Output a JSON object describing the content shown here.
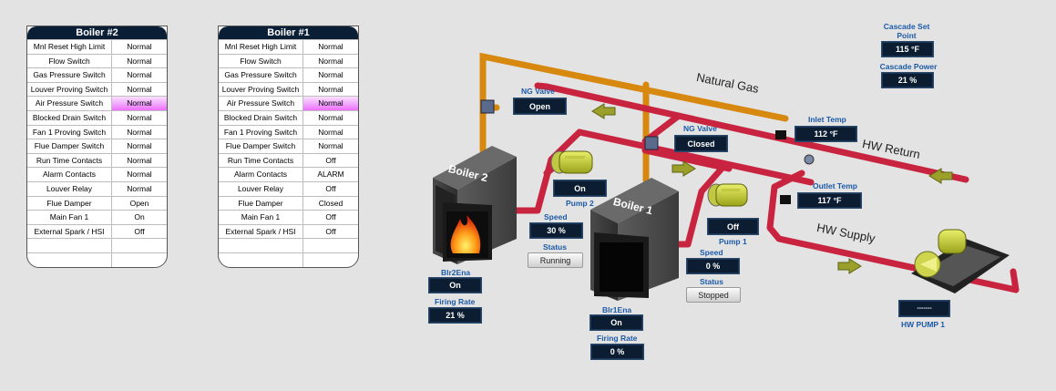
{
  "boiler2_table": {
    "title": "Boiler #2",
    "rows": [
      {
        "label": "Mnl Reset High Limit",
        "value": "Normal"
      },
      {
        "label": "Flow Switch",
        "value": "Normal"
      },
      {
        "label": "Gas Pressure Switch",
        "value": "Normal"
      },
      {
        "label": "Louver Proving Switch",
        "value": "Normal"
      },
      {
        "label": "Air Pressure Switch",
        "value": "Normal"
      },
      {
        "label": "Blocked Drain Switch",
        "value": "Normal"
      },
      {
        "label": "Fan 1 Proving Switch",
        "value": "Normal"
      },
      {
        "label": "Flue Damper Switch",
        "value": "Normal"
      },
      {
        "label": "Run Time Contacts",
        "value": "Normal"
      },
      {
        "label": "Alarm Contacts",
        "value": "Normal"
      },
      {
        "label": "Louver Relay",
        "value": "Normal"
      },
      {
        "label": "Flue Damper",
        "value": "Open"
      },
      {
        "label": "Main Fan 1",
        "value": "On"
      },
      {
        "label": "External Spark / HSI",
        "value": "Off"
      },
      {
        "label": "",
        "value": ""
      },
      {
        "label": "",
        "value": ""
      }
    ]
  },
  "boiler1_table": {
    "title": "Boiler #1",
    "rows": [
      {
        "label": "Mnl Reset High Limit",
        "value": "Normal"
      },
      {
        "label": "Flow Switch",
        "value": "Normal"
      },
      {
        "label": "Gas Pressure Switch",
        "value": "Normal"
      },
      {
        "label": "Louver Proving Switch",
        "value": "Normal"
      },
      {
        "label": "Air Pressure Switch",
        "value": "Normal"
      },
      {
        "label": "Blocked Drain Switch",
        "value": "Normal"
      },
      {
        "label": "Fan 1 Proving Switch",
        "value": "Normal"
      },
      {
        "label": "Flue Damper Switch",
        "value": "Normal"
      },
      {
        "label": "Run Time Contacts",
        "value": "Off"
      },
      {
        "label": "Alarm Contacts",
        "value": "ALARM"
      },
      {
        "label": "Louver Relay",
        "value": "Off"
      },
      {
        "label": "Flue Damper",
        "value": "Closed"
      },
      {
        "label": "Main Fan 1",
        "value": "Off"
      },
      {
        "label": "External Spark / HSI",
        "value": "Off"
      },
      {
        "label": "",
        "value": ""
      },
      {
        "label": "",
        "value": ""
      }
    ]
  },
  "cascade": {
    "setpoint_label": "Cascade Set Point",
    "setpoint_value": "115 °F",
    "power_label": "Cascade Power",
    "power_value": "21 %"
  },
  "pipes": {
    "natural_gas": "Natural Gas",
    "hw_return": "HW Return",
    "hw_supply": "HW Supply"
  },
  "ng_valve_2": {
    "label": "NG Valve",
    "value": "Open"
  },
  "ng_valve_1": {
    "label": "NG Valve",
    "value": "Closed"
  },
  "inlet_temp": {
    "label": "Inlet Temp",
    "value": "112 °F"
  },
  "outlet_temp": {
    "label": "Outlet Temp",
    "value": "117 °F"
  },
  "boiler2": {
    "name": "Boiler 2",
    "enable_label": "Blr2Ena",
    "enable_value": "On",
    "firing_label": "Firing Rate",
    "firing_value": "21 %"
  },
  "boiler1": {
    "name": "Boiler 1",
    "enable_label": "Blr1Ena",
    "enable_value": "On",
    "firing_label": "Firing Rate",
    "firing_value": "0 %"
  },
  "pump2": {
    "state": "On",
    "name": "Pump 2",
    "speed_label": "Speed",
    "speed_value": "30 %",
    "status_label": "Status",
    "status_value": "Running"
  },
  "pump1": {
    "state": "Off",
    "name": "Pump 1",
    "speed_label": "Speed",
    "speed_value": "0 %",
    "status_label": "Status",
    "status_value": "Stopped"
  },
  "hw_pump": {
    "name": "HW PUMP 1",
    "value": "-------"
  },
  "colors": {
    "water_pipe": "#c8243f",
    "gas_pipe": "#d7880f",
    "display_bg": "#0c1d31",
    "highlight": "#f26cff"
  }
}
